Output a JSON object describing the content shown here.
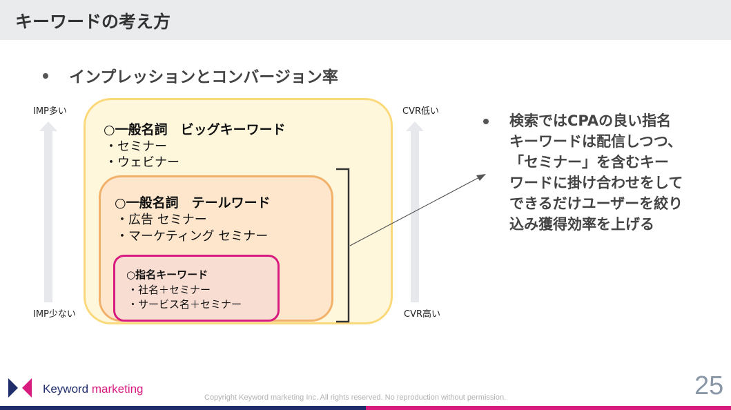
{
  "header": {
    "title": "キーワードの考え方"
  },
  "subtitle": "インプレッションとコンバージョン率",
  "axes": {
    "left_top": "IMP多い",
    "left_bottom": "IMP少ない",
    "right_top": "CVR低い",
    "right_bottom": "CVR高い"
  },
  "boxes": {
    "big": {
      "title": "○一般名詞　ビッグキーワード",
      "items": [
        "・セミナー",
        "・ウェビナー"
      ]
    },
    "tail": {
      "title": "○一般名詞　テールワード",
      "items": [
        "・広告 セミナー",
        "・マーケティング セミナー"
      ]
    },
    "brand": {
      "title": "○指名キーワード",
      "items": [
        "・社名＋セミナー",
        "・サービス名＋セミナー"
      ]
    }
  },
  "right_text": [
    "検索ではCPAの良い指名",
    "キーワードは配信しつつ、",
    "「セミナー」を含むキー",
    "ワードに掛け合わせをして",
    "できるだけユーザーを絞り",
    "込み獲得効率を上げる"
  ],
  "footer": {
    "logo_word1": "Keyword",
    "logo_word2": "marketing",
    "copyright": "Copyright Keyword marketing Inc. All rights reserved. No reproduction without permission.",
    "page_number": "25"
  },
  "colors": {
    "navy": "#1f2d6b",
    "pink": "#d81b7f",
    "yellow_border": "#fbd97a",
    "orange_border": "#f2b16a"
  }
}
